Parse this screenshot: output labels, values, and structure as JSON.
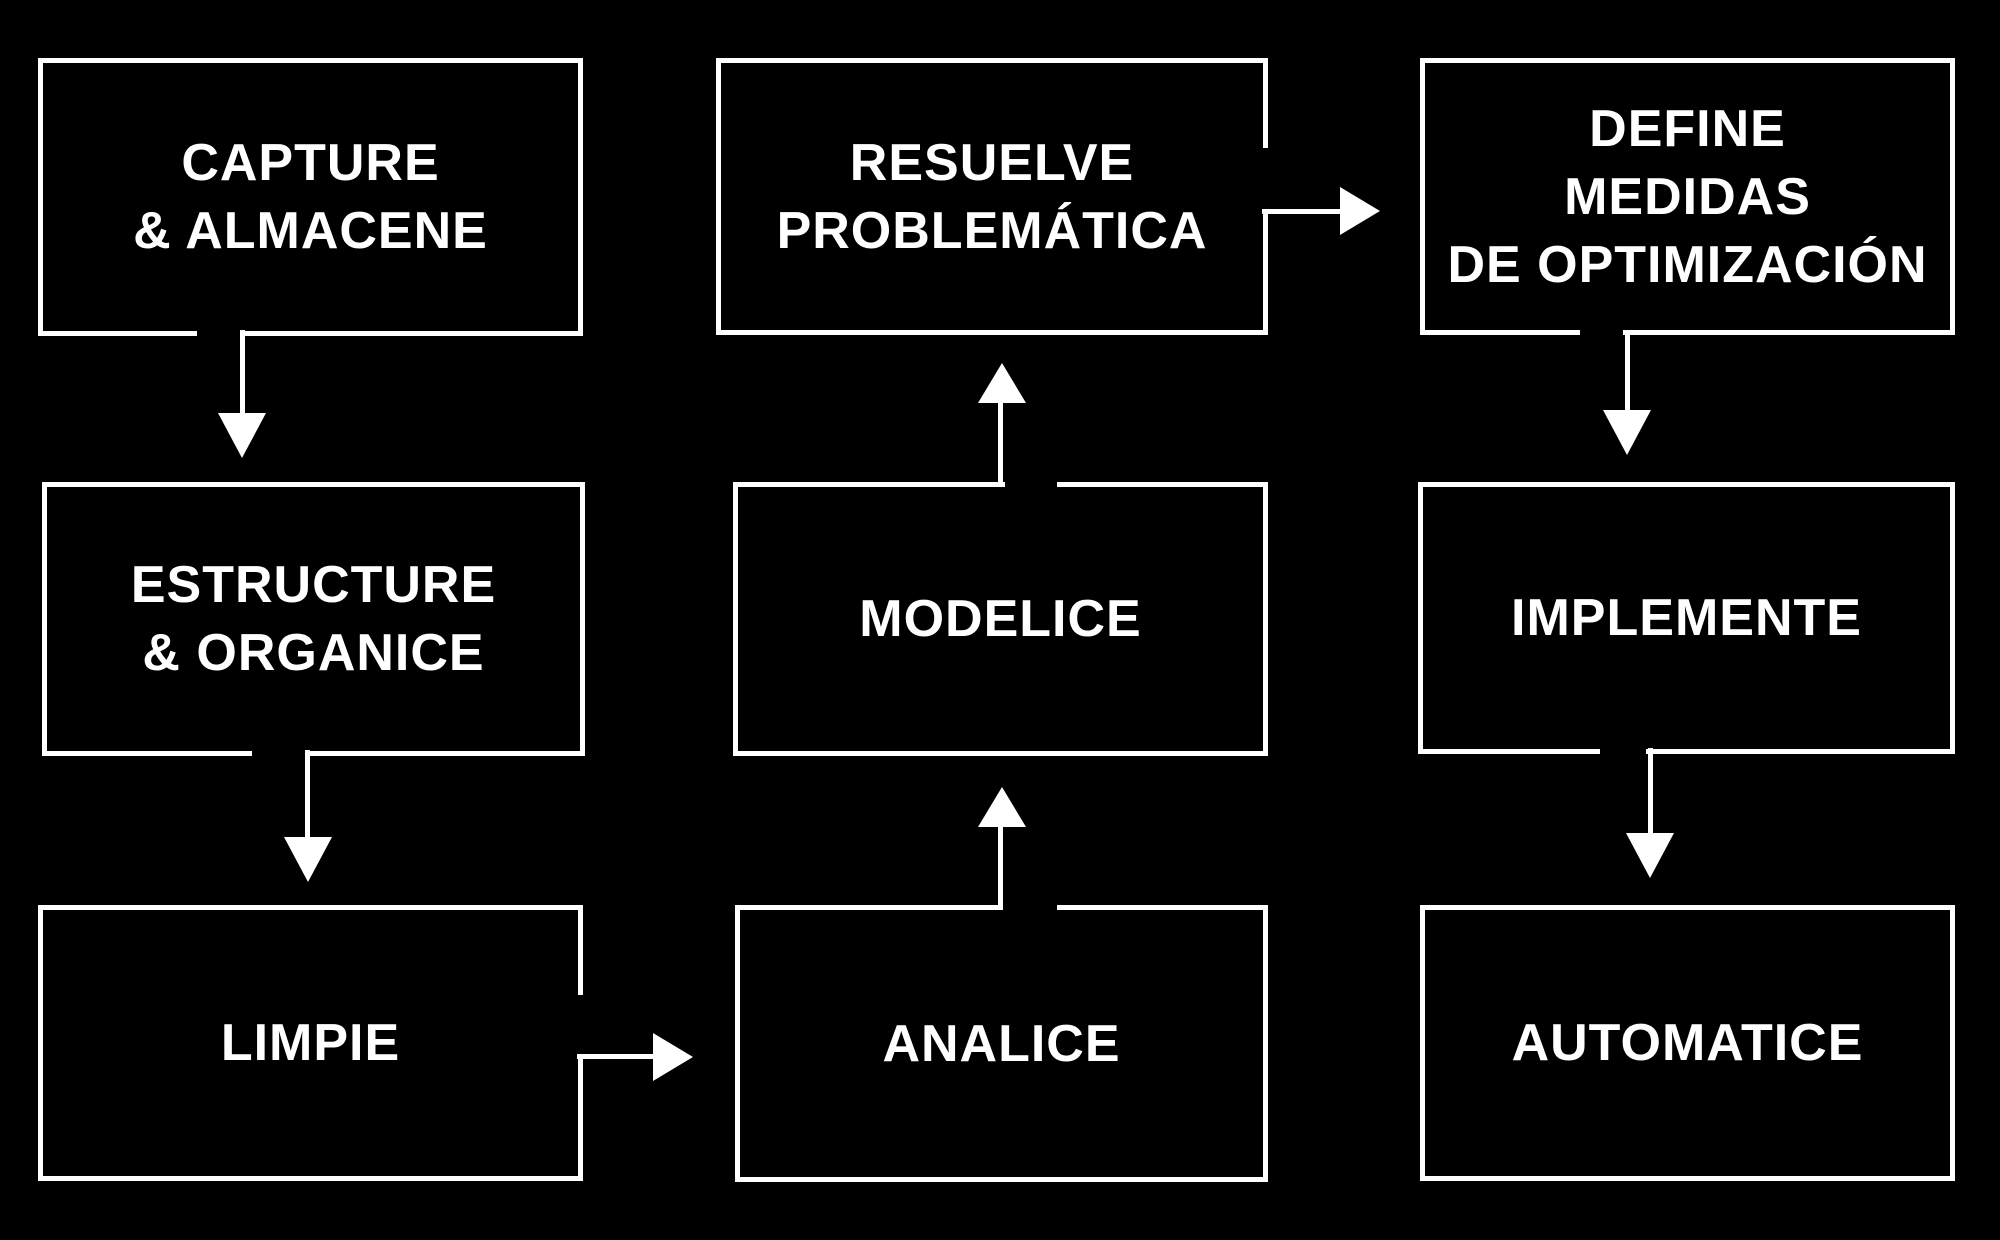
{
  "diagram": {
    "type": "flowchart",
    "background_color": "#000000",
    "box_border_color": "#ffffff",
    "text_color": "#ffffff",
    "arrow_color": "#ffffff",
    "boxes": {
      "capture": {
        "lines": [
          "CAPTURE",
          "& ALMACENE"
        ]
      },
      "resuelve": {
        "lines": [
          "RESUELVE",
          "PROBLEMÁTICA"
        ]
      },
      "define": {
        "lines": [
          "DEFINE",
          "MEDIDAS",
          "DE OPTIMIZACIÓN"
        ]
      },
      "estructure": {
        "lines": [
          "ESTRUCTURE",
          "& ORGANICE"
        ]
      },
      "modelice": {
        "lines": [
          "MODELICE"
        ]
      },
      "implemente": {
        "lines": [
          "IMPLEMENTE"
        ]
      },
      "limpie": {
        "lines": [
          "LIMPIE"
        ]
      },
      "analice": {
        "lines": [
          "ANALICE"
        ]
      },
      "automatice": {
        "lines": [
          "AUTOMATICE"
        ]
      }
    },
    "edges": [
      {
        "from": "capture",
        "to": "estructure",
        "direction": "down"
      },
      {
        "from": "estructure",
        "to": "limpie",
        "direction": "down"
      },
      {
        "from": "limpie",
        "to": "analice",
        "direction": "right"
      },
      {
        "from": "analice",
        "to": "modelice",
        "direction": "up"
      },
      {
        "from": "modelice",
        "to": "resuelve",
        "direction": "up"
      },
      {
        "from": "resuelve",
        "to": "define",
        "direction": "right"
      },
      {
        "from": "define",
        "to": "implemente",
        "direction": "down"
      },
      {
        "from": "implemente",
        "to": "automatice",
        "direction": "down"
      }
    ]
  }
}
